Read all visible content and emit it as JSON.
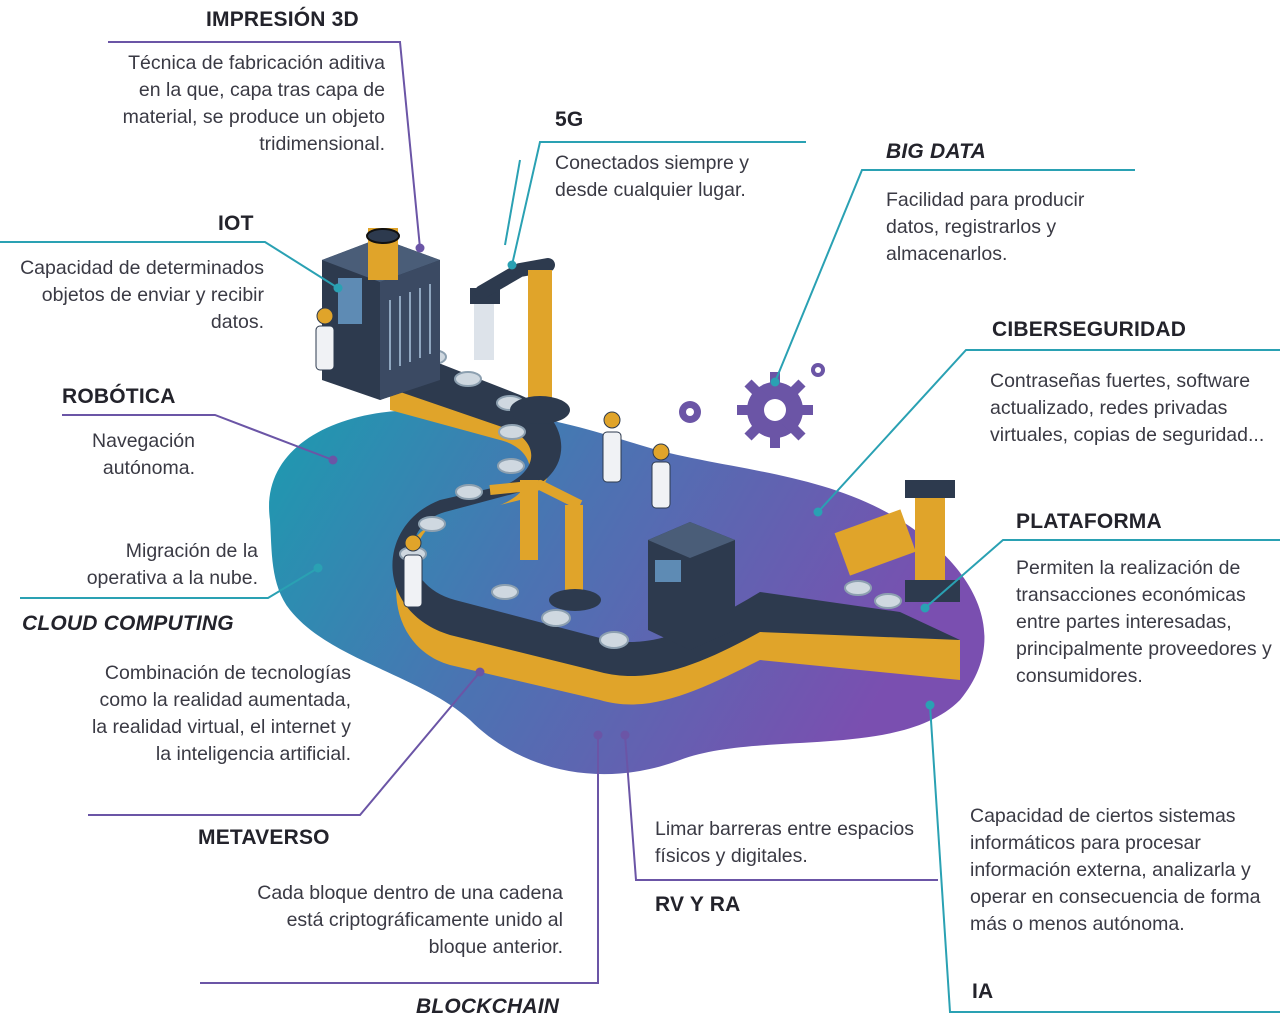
{
  "labels": {
    "impresion3d": {
      "title": "IMPRESIÓN 3D",
      "text": "Técnica de fabricación aditiva en la que, capa tras capa de material, se produce un objeto tridimensional."
    },
    "g5": {
      "title": "5G",
      "text": "Conectados siempre y desde cualquier lugar."
    },
    "bigdata": {
      "title": "BIG DATA",
      "text": "Facilidad para producir datos, registrarlos y almacenarlos."
    },
    "iot": {
      "title": "IOT",
      "text": "Capacidad de determinados objetos de enviar y recibir datos."
    },
    "ciberseguridad": {
      "title": "CIBERSEGURIDAD",
      "text": "Contraseñas fuertes, software actualizado, redes privadas virtuales, copias de seguridad..."
    },
    "robotica": {
      "title": "ROBÓTICA",
      "text": "Navegación autónoma."
    },
    "plataforma": {
      "title": "PLATAFORMA",
      "text": "Permiten la realización de transacciones económicas entre partes interesadas, principalmente proveedores y consumidores."
    },
    "cloud": {
      "title": "CLOUD COMPUTING",
      "text": "Migración de la operativa a la nube."
    },
    "metaverso": {
      "title": "METAVERSO",
      "text": "Combinación de tecnologías como la realidad aumentada, la realidad virtual, el internet y la inteligencia artificial."
    },
    "rvra": {
      "title": "RV Y RA",
      "text": "Limar barreras entre espacios físicos y digitales."
    },
    "ia": {
      "title": "IA",
      "text": "Capacidad de ciertos sistemas informáticos para procesar información externa, analizarla y operar en consecuencia de forma más o menos autónoma."
    },
    "blockchain": {
      "title": "BLOCKCHAIN",
      "text": "Cada bloque dentro de una cadena está criptográficamente unido al bloque anterior."
    }
  },
  "colors": {
    "teal": "#2aa1b3",
    "purple": "#6b55a6",
    "conveyor_dark": "#2d3a4e",
    "conveyor_gold": "#e0a42a"
  }
}
